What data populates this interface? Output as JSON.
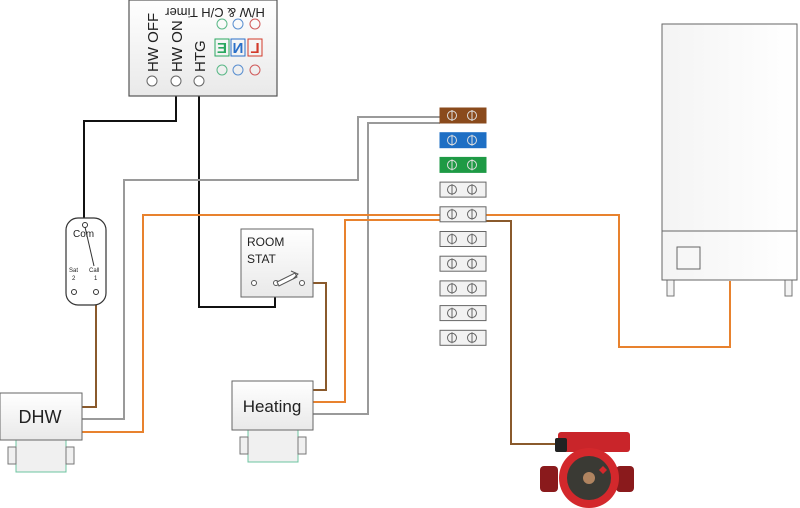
{
  "timer": {
    "title": "H/W & C/H Timer",
    "terminals": [
      "HW OFF",
      "HW ON",
      "HTG"
    ],
    "mains_letters": [
      "E",
      "N",
      "L"
    ]
  },
  "diverter_switch": {
    "common_label": "Com",
    "sat_label": "Sat",
    "sat_number": "2",
    "call_label": "Call",
    "call_number": "1"
  },
  "room_stat": {
    "line1": "ROOM",
    "line2": "STAT"
  },
  "dhw_valve": {
    "label": "DHW"
  },
  "heating_valve": {
    "label": "Heating"
  },
  "colors": {
    "brown": "#8a4a1c",
    "blue": "#1e6fc4",
    "green": "#1e9a45",
    "orange": "#e8822e",
    "grey": "#9a9a9a",
    "black": "#111111",
    "earth_letter": "#2aa860",
    "neutral_letter": "#2a6fc8",
    "live_letter": "#d23a2a"
  }
}
